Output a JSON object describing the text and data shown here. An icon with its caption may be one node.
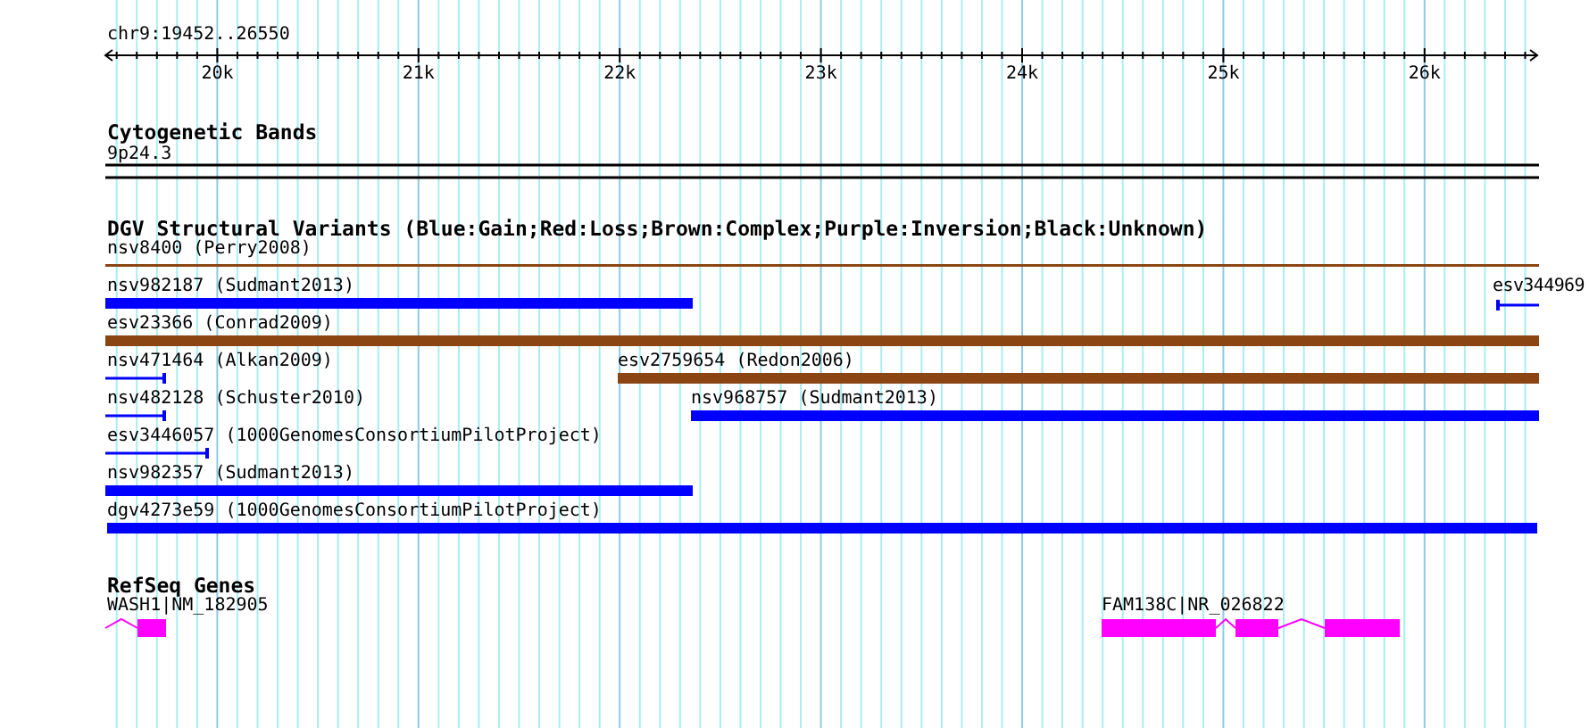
{
  "diagram": {
    "nodes": [
      {
        "text": [
          "9p24.3"
        ]
      },
      {
        "text": [
          "nsv8400 (Perry2008)"
        ]
      },
      {
        "text": [
          "nsv982187 (Sudmant2013)"
        ]
      },
      {
        "text": [
          "esv344969"
        ]
      },
      {
        "text": [
          "esv23366 (Conrad2009)"
        ]
      },
      {
        "text": [
          "nsv471464 (Alkan2009)"
        ]
      },
      {
        "text": [
          "esv2759654 (Redon2006)"
        ]
      },
      {
        "text": [
          "nsv482128 (Schuster2010)"
        ]
      },
      {
        "text": [
          "nsv968757 (Sudmant2013)"
        ]
      },
      {
        "text": [
          "esv3446057 (1000GenomesConsortiumPilotProject)"
        ]
      },
      {
        "text": [
          "nsv982357 (Sudmant2013)"
        ]
      },
      {
        "text": [
          "dgv4273e59 (1000GenomesConsortiumPilotProject)"
        ]
      },
      {
        "text": [
          "WASH1|NM_182905"
        ]
      },
      {
        "text": [
          "FAM138C|NR_026822"
        ]
      }
    ],
    "labels": [
      "chr9:19452..26550",
      "20k",
      "21k",
      "22k",
      "23k",
      "24k",
      "25k",
      "26k",
      "Cytogenetic Bands",
      "DGV Structural Variants (Blue:Gain;Red:Loss;Brown:Complex;Purple:Inversion;Black:Unknown)",
      "RefSeq Genes"
    ]
  }
}
